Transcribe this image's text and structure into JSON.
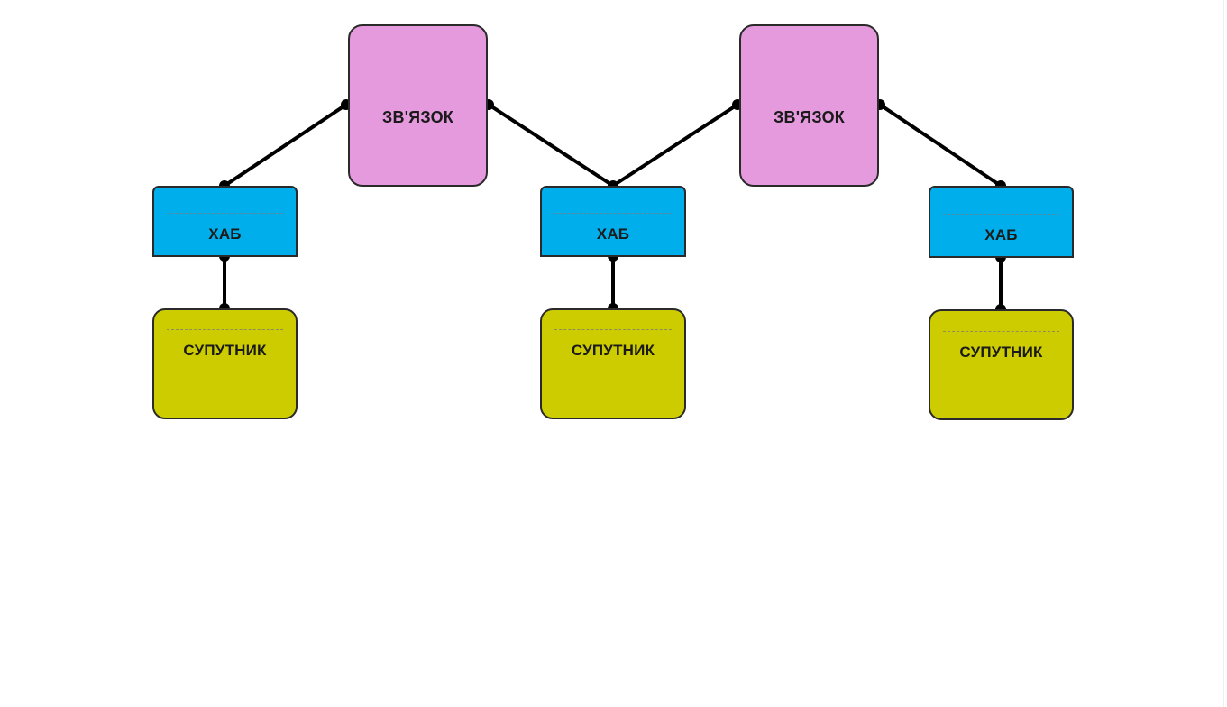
{
  "diagram": {
    "colors": {
      "link": "#e59ade",
      "hub": "#00aeeb",
      "satellite": "#cccc00",
      "stroke": "#000000"
    },
    "links": [
      {
        "label": "ЗВ'ЯЗОК"
      },
      {
        "label": "ЗВ'ЯЗОК"
      }
    ],
    "hubs": [
      {
        "label": "ХАБ"
      },
      {
        "label": "ХАБ"
      },
      {
        "label": "ХАБ"
      }
    ],
    "satellites": [
      {
        "label": "СУПУТНИК"
      },
      {
        "label": "СУПУТНИК"
      },
      {
        "label": "СУПУТНИК"
      }
    ]
  }
}
